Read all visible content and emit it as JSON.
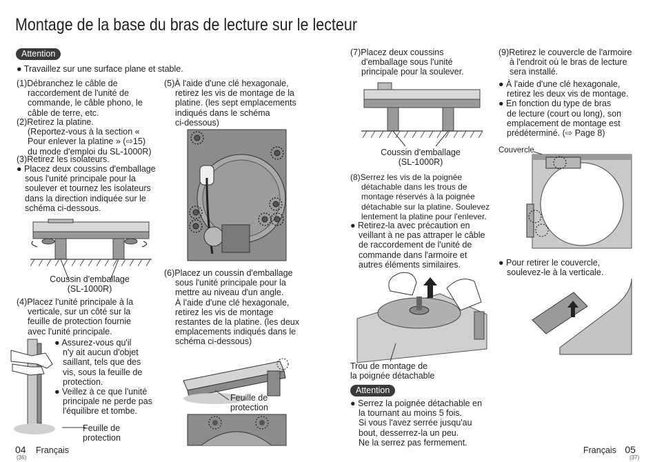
{
  "title": "Montage de la base du bras de lecture sur le lecteur",
  "attention_label": "Attention",
  "left": {
    "bullet_surface": "● Travaillez sur une surface plane et stable.",
    "step1": [
      "(1)Débranchez le câble de",
      "raccordement de l'unité de",
      "commande, le câble phono, le",
      "câble de terre, etc."
    ],
    "step2": [
      "(2)Retirez la platine.",
      "(Reportez-vous à la section «",
      "Pour enlever la platine » (⇨15)",
      "du mode d'emploi du SL-1000R)"
    ],
    "step3": [
      "(3)Retirez les isolateurs."
    ],
    "step3_bullet": [
      "● Placez deux coussins d'emballage",
      "sous l'unité principale pour la",
      "soulever et tournez les isolateurs",
      "dans la direction indiquée sur le",
      "schéma ci-dessous."
    ],
    "caption_cushion": [
      "Coussin d'emballage",
      "(SL-1000R)"
    ],
    "step4": [
      "(4)Placez l'unité principale à la",
      "verticale, sur un côté sur la",
      "feuille de protection fournie",
      "avec l'unité principale."
    ],
    "step4_bullets": [
      "● Assurez-vous qu'il",
      "n'y ait aucun d'objet",
      "saillant, tels que des",
      "vis, sous la feuille de",
      "protection.",
      "● Veillez à ce que l'unité",
      "principale ne perde pas",
      "l'équilibre et tombe."
    ],
    "caption_sheet": [
      "Feuille de",
      "protection"
    ],
    "step5": [
      "(5)À l'aide d'une clé hexagonale,",
      "retirez les vis de montage de la",
      "platine. (les sept emplacements",
      "indiqués dans le schéma",
      "ci-dessous)"
    ],
    "step6": [
      "(6)Placez un coussin d'emballage",
      "sous l'unité principale pour la",
      "mettre au niveau d'un angle.",
      "À l'aide d'une clé hexagonale,",
      "retirez les vis de montage",
      "restantes de la platine. (les deux",
      "emplacements indiqués dans le",
      "schéma ci-dessous)"
    ],
    "caption_sheet2": [
      "Feuille de",
      "protection"
    ],
    "page_num": "04",
    "page_lang": "Français",
    "page_sub": "(36)"
  },
  "right": {
    "step7": [
      "(7)Placez deux coussins",
      "d'emballage sous l'unité",
      "principale pour la soulever."
    ],
    "caption_cushion": [
      "Coussin d'emballage",
      "(SL-1000R)"
    ],
    "step8": [
      "(8)Serrez les vis de la poignée",
      "détachable dans les trous de",
      "montage réservés à la poignée",
      "détachable sur la platine. Soulevez",
      "lentement la platine pour l'enlever."
    ],
    "step8_bullet": [
      "● Retirez-la avec précaution en",
      "veillant à ne pas attraper le câble",
      "de raccordement de l'unité de",
      "commande dans l'armoire et",
      "autres éléments similaires."
    ],
    "caption_hole": [
      "Trou de montage de",
      "la poignée détachable"
    ],
    "attention_bullet": [
      "● Serrez la poignée détachable en",
      "la tournant au moins 5 fois.",
      "Si vous l'avez serrée jusqu'au",
      "bout, desserrez-la un peu.",
      "Ne la serrez pas fermement."
    ],
    "step9": [
      "(9)Retirez le couvercle de l'armoire",
      "à l'endroit où le bras de lecture",
      "sera installé."
    ],
    "step9_bullets": [
      "● À l'aide d'une clé hexagonale,",
      "retirez les deux vis de montage.",
      "● En fonction du type de bras",
      "de lecture (court ou long), son",
      "emplacement de montage est",
      "prédéterminé. (⇨ Page 8)"
    ],
    "label_cover": "Couvercle",
    "cover_bullet": [
      "● Pour retirer le couvercle,",
      "soulevez-le à la verticale."
    ],
    "page_num": "05",
    "page_lang": "Français",
    "page_sub": "(37)"
  }
}
